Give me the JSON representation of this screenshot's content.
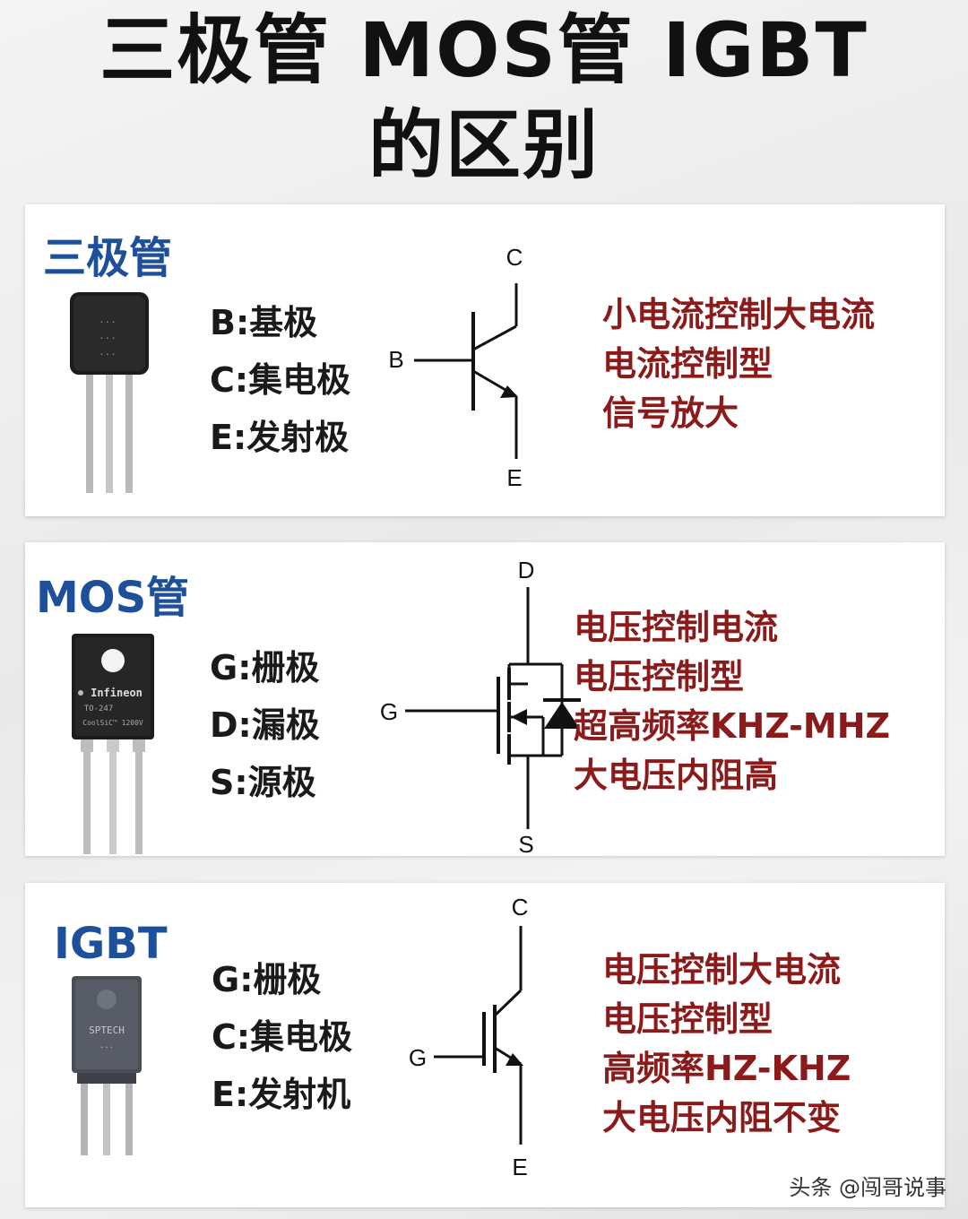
{
  "title": {
    "line1": "三极管 MOS管 IGBT",
    "line2": "的区别"
  },
  "sections": [
    {
      "name": "三极管",
      "pins": [
        "B:基极",
        "C:集电极",
        "E:发射极"
      ],
      "pin_labels": {
        "top": "C",
        "side": "B",
        "bottom": "E"
      },
      "features": [
        "小电流控制大电流",
        "电流控制型",
        "信号放大"
      ],
      "package_marking": [
        "...",
        "...",
        "..."
      ]
    },
    {
      "name": "MOS管",
      "pins": [
        "G:栅极",
        "D:漏极",
        "S:源极"
      ],
      "pin_labels": {
        "top": "D",
        "side": "G",
        "bottom": "S"
      },
      "features": [
        "电压控制电流",
        "电压控制型",
        "超高频率KHZ-MHZ",
        "大电压内阻高"
      ],
      "package_marking": [
        "Infineon",
        "TO-247",
        "CoolSiC™ 1200V"
      ]
    },
    {
      "name": "IGBT",
      "pins": [
        "G:栅极",
        "C:集电极",
        "E:发射机"
      ],
      "pin_labels": {
        "top": "C",
        "side": "G",
        "bottom": "E"
      },
      "features": [
        "电压控制大电流",
        "电压控制型",
        "高频率HZ-KHZ",
        "大电压内阻不变"
      ],
      "package_marking": [
        "SPTECH",
        "..."
      ]
    }
  ],
  "watermark": "头条 @闯哥说事",
  "colors": {
    "title": "#111111",
    "section_title": "#1e4f9a",
    "feature_text": "#8b1a1a",
    "pin_text": "#1a1a1a"
  }
}
